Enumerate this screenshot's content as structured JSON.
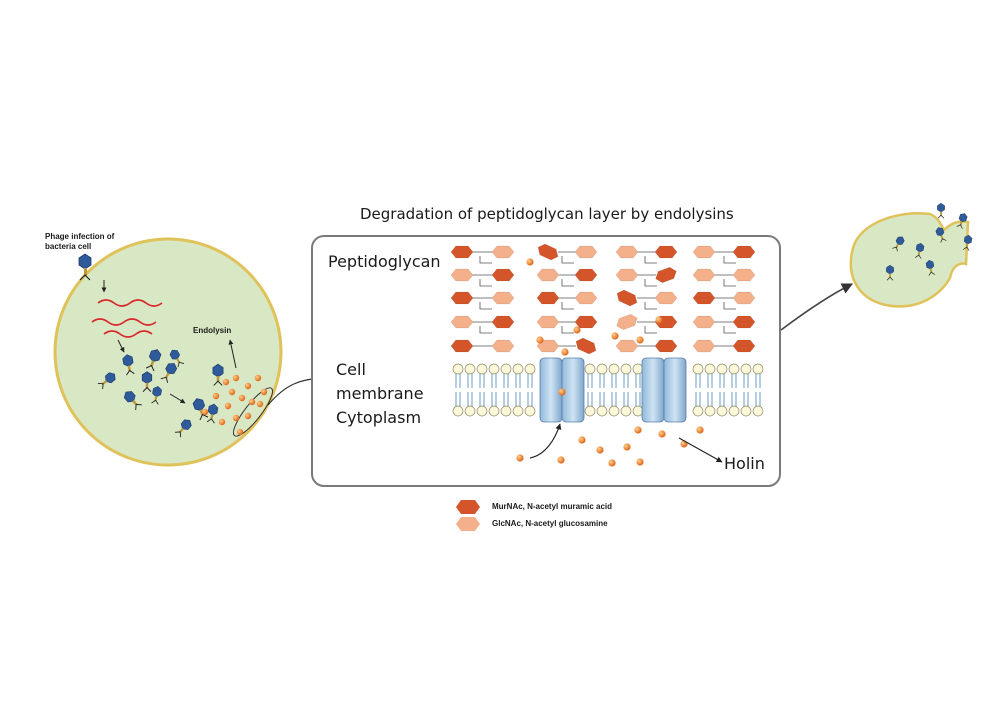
{
  "title": "Degradation of peptidoglycan layer by endolysins",
  "left_cell": {
    "label_line1": "Phage infection of",
    "label_line2": "bacteria cell",
    "endolysin_label": "Endolysin"
  },
  "panel": {
    "peptidoglycan_label": "Peptidoglycan",
    "cell_label": "Cell",
    "membrane_label": "membrane",
    "cytoplasm_label": "Cytoplasm",
    "holin_label": "Holin"
  },
  "legend": {
    "murnac": "MurNAc, N-acetyl muramic acid",
    "glcnac": "GlcNAc, N-acetyl glucosamine"
  },
  "colors": {
    "murnac": "#d4552a",
    "glcnac": "#f4b08a",
    "cell_fill": "#d9e8c4",
    "cell_border": "#e0c25a",
    "holin": "#a9cde6",
    "phage": "#2f5b9a",
    "orange_dot": "#e8781e"
  }
}
